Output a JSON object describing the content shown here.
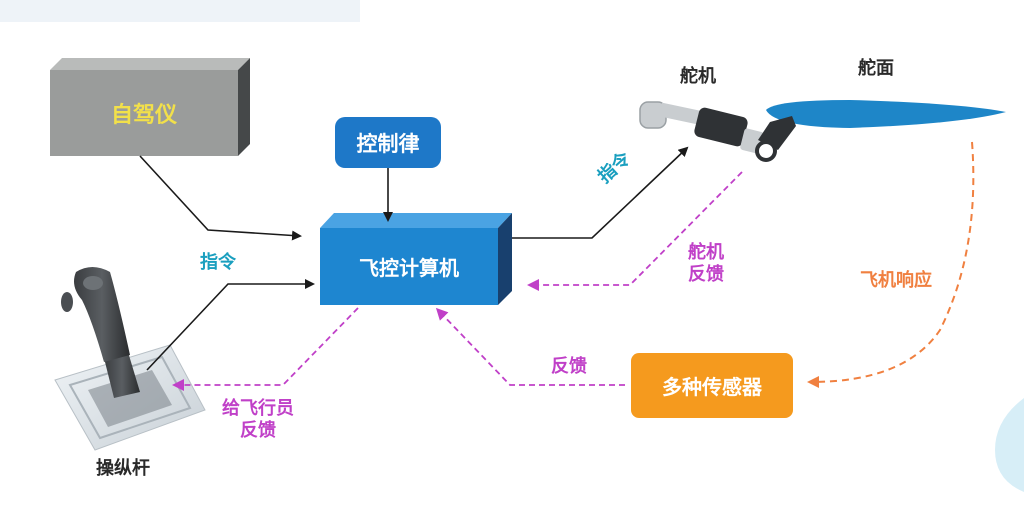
{
  "nodes": {
    "autopilot": "自驾仪",
    "control_law": "控制律",
    "flight_computer": "飞控计算机",
    "servo": "舵机",
    "control_surface": "舵面",
    "sensors": "多种传感器",
    "joystick": "操纵杆"
  },
  "edges": {
    "command_left": "指令",
    "command_right": "指令",
    "servo_feedback_line1": "舵机",
    "servo_feedback_line2": "反馈",
    "aircraft_response": "飞机响应",
    "feedback": "反馈",
    "pilot_feedback_line1": "给飞行员",
    "pilot_feedback_line2": "反馈"
  },
  "colors": {
    "autopilot_box": "#9a9c9b",
    "autopilot_text": "#f2e04a",
    "computer_box": "#1e86d0",
    "control_law_box": "#1e78c8",
    "sensors_box": "#f59a1e",
    "surface": "#1e86c8",
    "solid_arrow": "#1a1a1a",
    "feedback_dashed": "#c040c8",
    "response_dashed": "#f08040",
    "command_label": "#1a9fbf"
  }
}
